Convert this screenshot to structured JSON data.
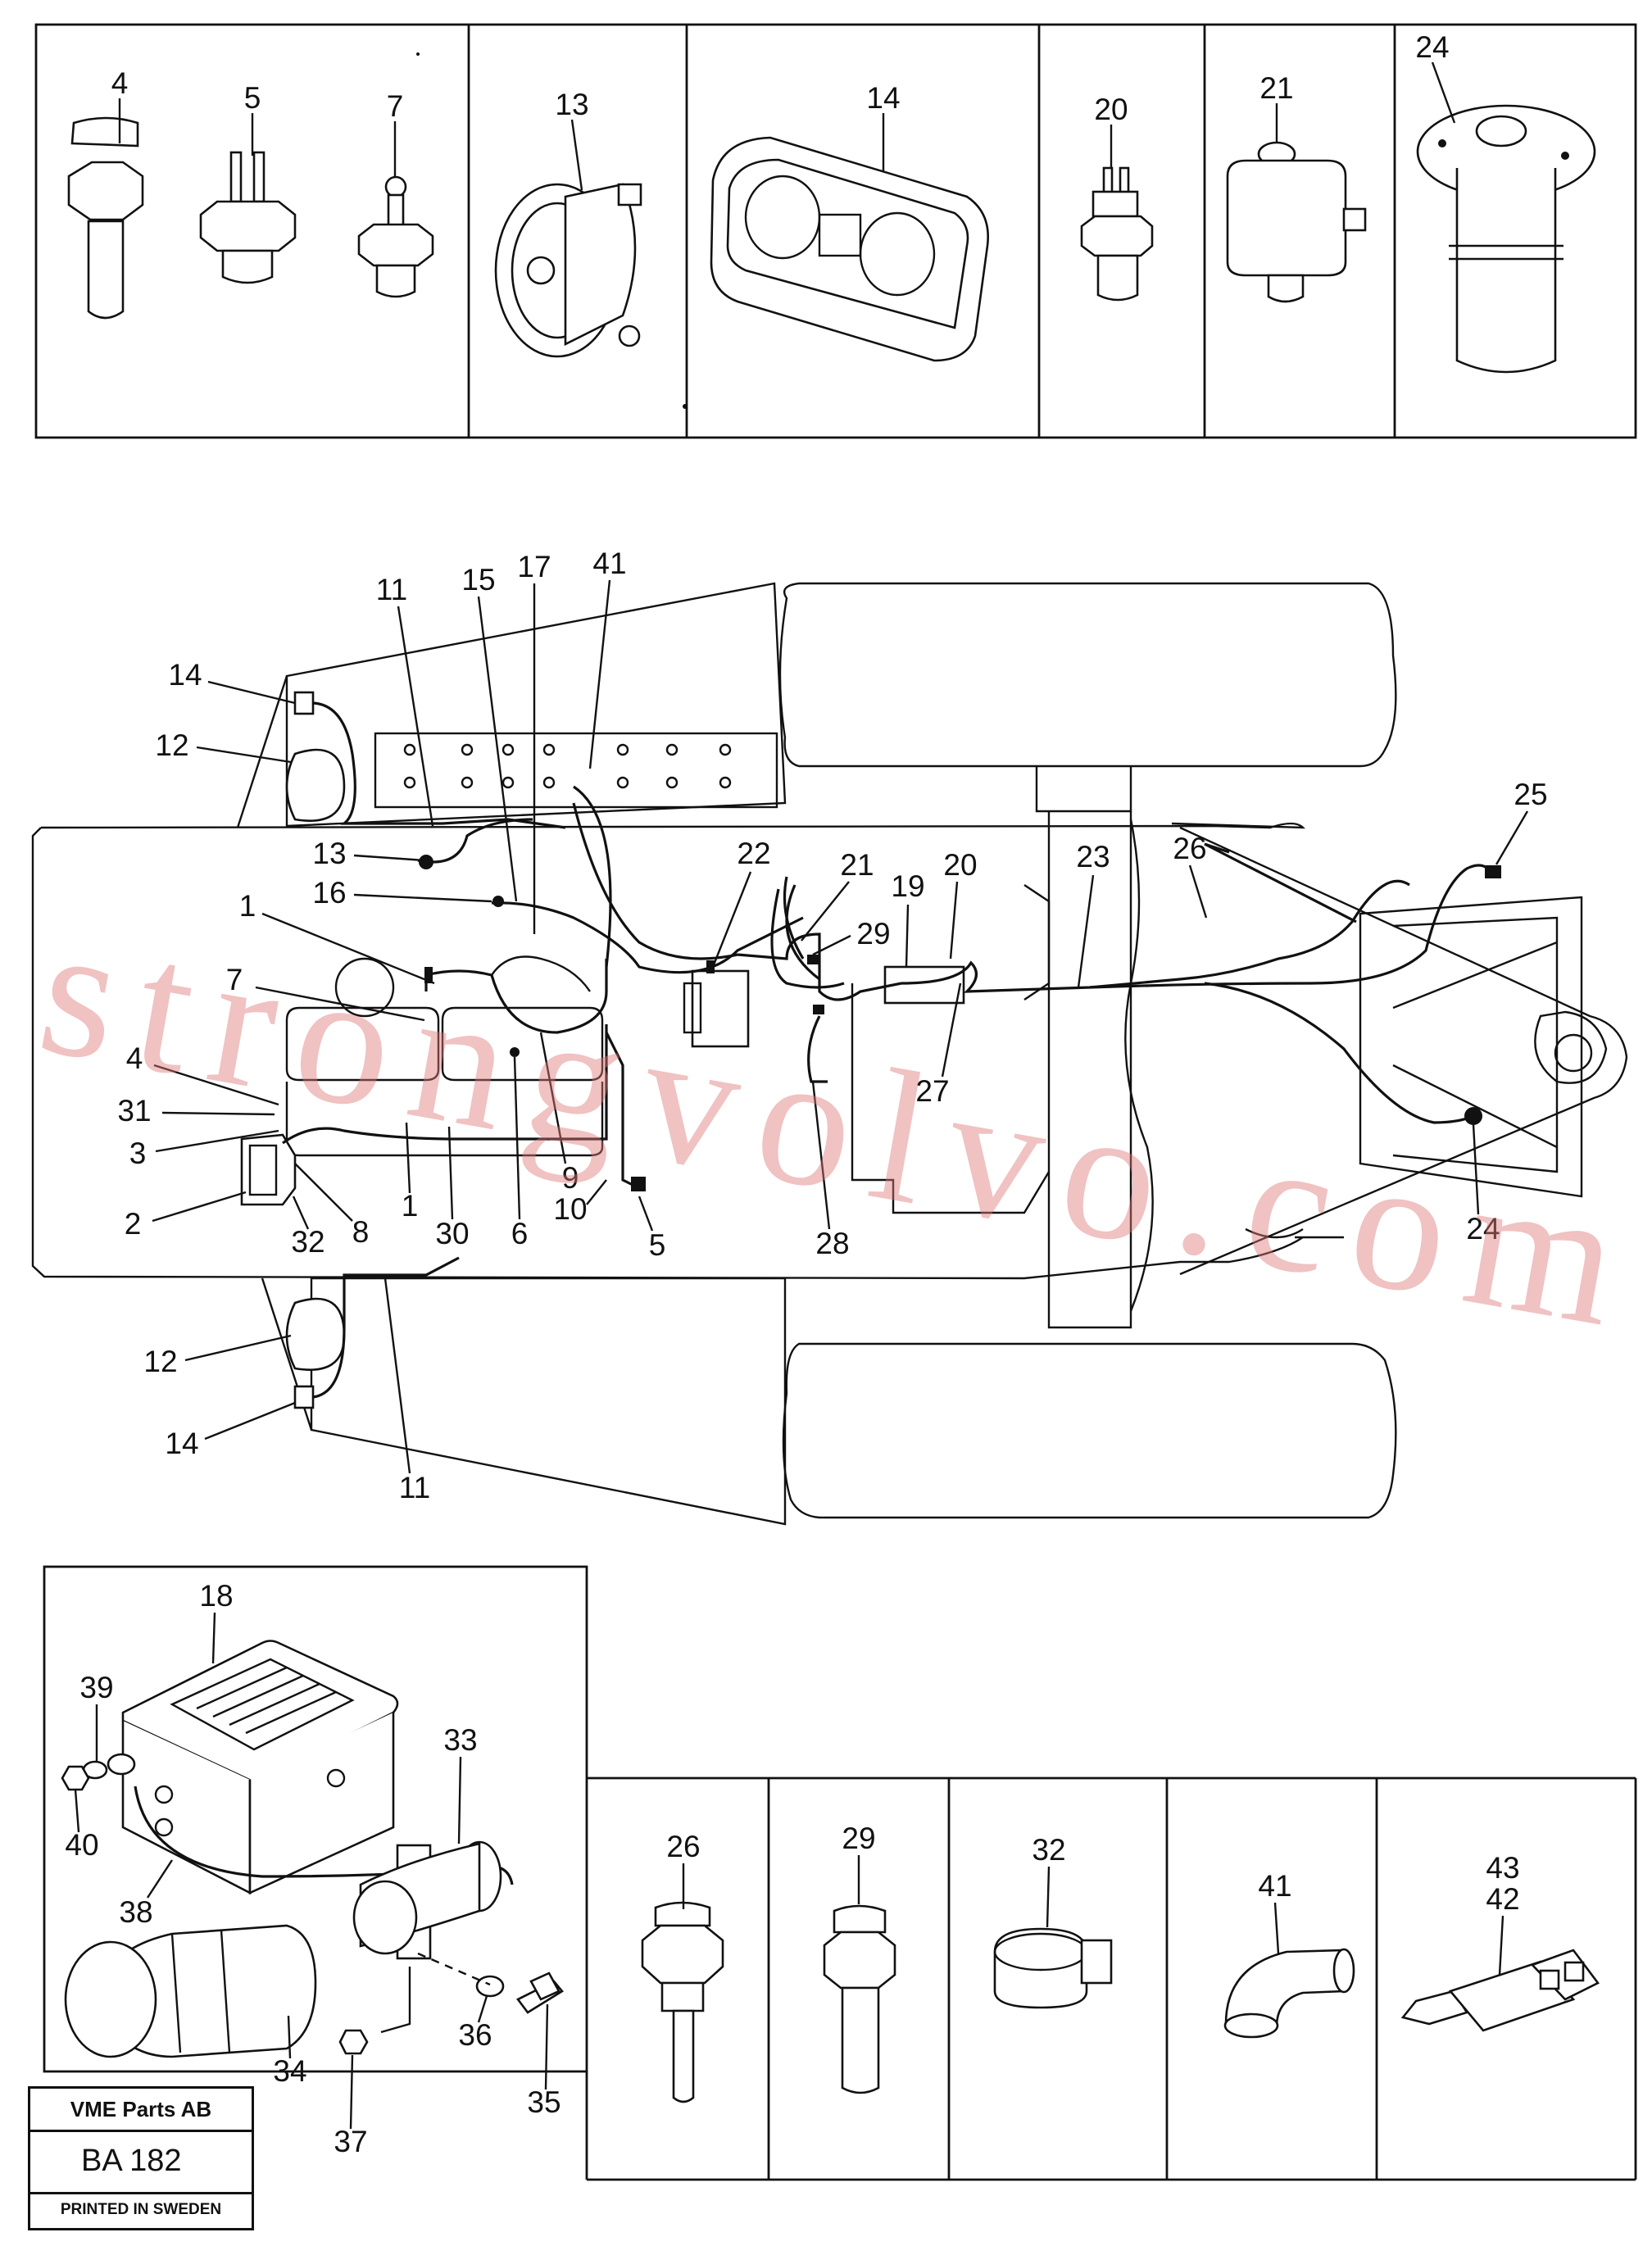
{
  "document": {
    "company": "VME Parts AB",
    "sheet_number": "BA 182",
    "printed": "PRINTED IN SWEDEN",
    "watermark": "strongvolvo.com"
  },
  "top_strip_callouts": [
    "4",
    "5",
    "7",
    "13",
    "14",
    "20",
    "21",
    "24"
  ],
  "overview_callouts": [
    "11",
    "15",
    "17",
    "41",
    "14",
    "12",
    "13",
    "16",
    "1",
    "7",
    "4",
    "31",
    "3",
    "2",
    "32",
    "8",
    "1",
    "30",
    "6",
    "9",
    "10",
    "5",
    "22",
    "21",
    "29",
    "19",
    "20",
    "23",
    "26",
    "25",
    "27",
    "28",
    "24",
    "12",
    "14",
    "11"
  ],
  "detail_callouts": [
    "18",
    "39",
    "40",
    "38",
    "33",
    "34",
    "36",
    "35",
    "37"
  ],
  "bottom_strip_callouts": [
    "26",
    "29",
    "32",
    "41",
    "43",
    "42"
  ]
}
